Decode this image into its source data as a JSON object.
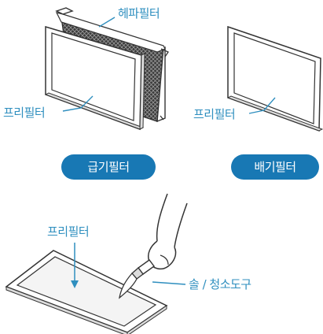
{
  "top": {
    "hepa_label": "헤파필터",
    "left_prefilter_label": "프리필터",
    "right_prefilter_label": "프리필터",
    "supply_button": "급기필터",
    "exhaust_button": "배기필터"
  },
  "bottom": {
    "prefilter_label": "프리필터",
    "brush_label": "솔 / 청소도구"
  },
  "colors": {
    "accent": "#1878b4",
    "label": "#2f8fbf",
    "line": "#333333"
  }
}
